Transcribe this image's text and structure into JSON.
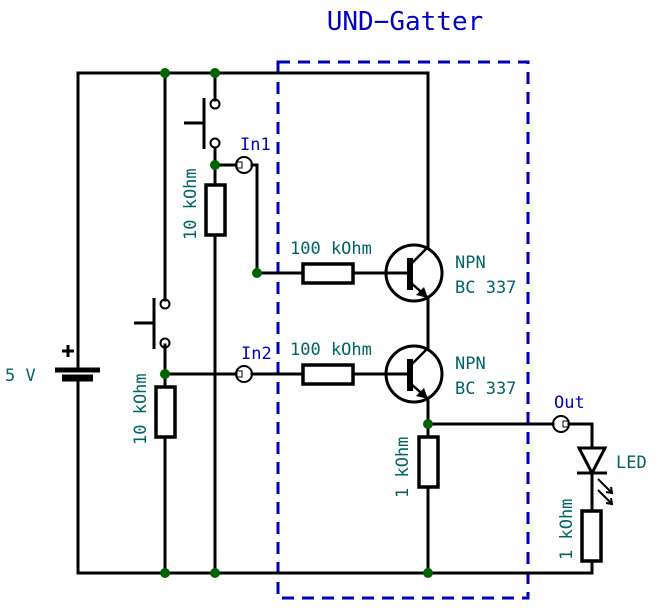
{
  "title": "UND−Gatter",
  "colors": {
    "wire": "#000000",
    "junction": "#006400",
    "component_label": "#006464",
    "port_label": "#0000c0",
    "gate_box": "#0000c0"
  },
  "battery": {
    "label": "5 V"
  },
  "pullup_resistors": [
    {
      "label": "10 kOhm"
    },
    {
      "label": "10 kOhm"
    }
  ],
  "inputs": [
    {
      "label": "In1"
    },
    {
      "label": "In2"
    }
  ],
  "base_resistors": [
    {
      "label": "100 kOhm"
    },
    {
      "label": "100 kOhm"
    }
  ],
  "transistors": [
    {
      "type": "NPN",
      "part": "BC 337"
    },
    {
      "type": "NPN",
      "part": "BC 337"
    }
  ],
  "emitter_resistor": {
    "label": "1 kOhm"
  },
  "output": {
    "label": "Out"
  },
  "led": {
    "label": "LED"
  },
  "led_resistor": {
    "label": "1 kOhm"
  }
}
